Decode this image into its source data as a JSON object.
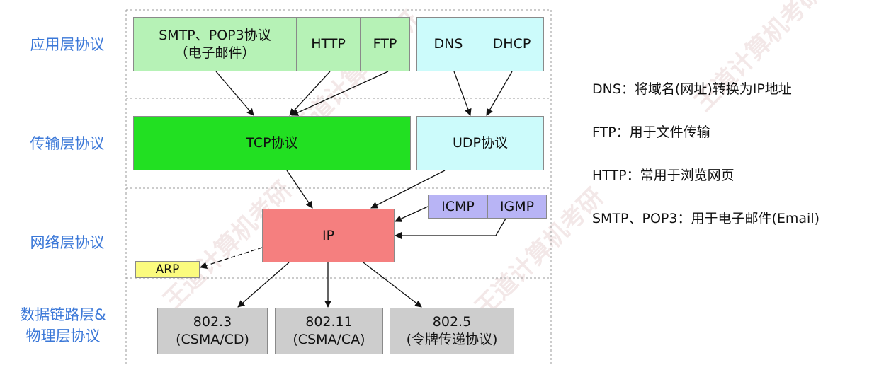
{
  "layer_labels": {
    "application": "应用层协议",
    "transport": "传输层协议",
    "network": "网络层协议",
    "datalink_line1": "数据链路层&",
    "datalink_line2": "物理层协议"
  },
  "application_layer": {
    "smtp_pop3_line1": "SMTP、POP3协议",
    "smtp_pop3_line2": "（电子邮件）",
    "http": "HTTP",
    "ftp": "FTP",
    "dns": "DNS",
    "dhcp": "DHCP"
  },
  "transport_layer": {
    "tcp": "TCP协议",
    "udp": "UDP协议"
  },
  "network_layer": {
    "ip": "IP",
    "icmp": "ICMP",
    "igmp": "IGMP",
    "arp": "ARP"
  },
  "datalink_layer": {
    "e8023_line1": "802.3",
    "e8023_line2": "(CSMA/CD)",
    "e80211_line1": "802.11",
    "e80211_line2": "(CSMA/CA)",
    "e8025_line1": "802.5",
    "e8025_line2": "(令牌传递协议)"
  },
  "notes": [
    "DNS：将域名(网址)转换为IP地址",
    "FTP：用于文件传输",
    "HTTP：常用于浏览网页",
    "SMTP、POP3：用于电子邮件(Email)"
  ],
  "watermark": "王道计算机考研",
  "colors": {
    "label_blue": "#3b78d8",
    "app_green": "#b6f2b6",
    "app_cyan": "#ccfbfb",
    "tcp_green": "#22e022",
    "ip_red": "#f57f7f",
    "icmp_lavender": "#b8b4f5",
    "arp_yellow": "#fbfb7e",
    "link_gray": "#cdcdcd"
  }
}
